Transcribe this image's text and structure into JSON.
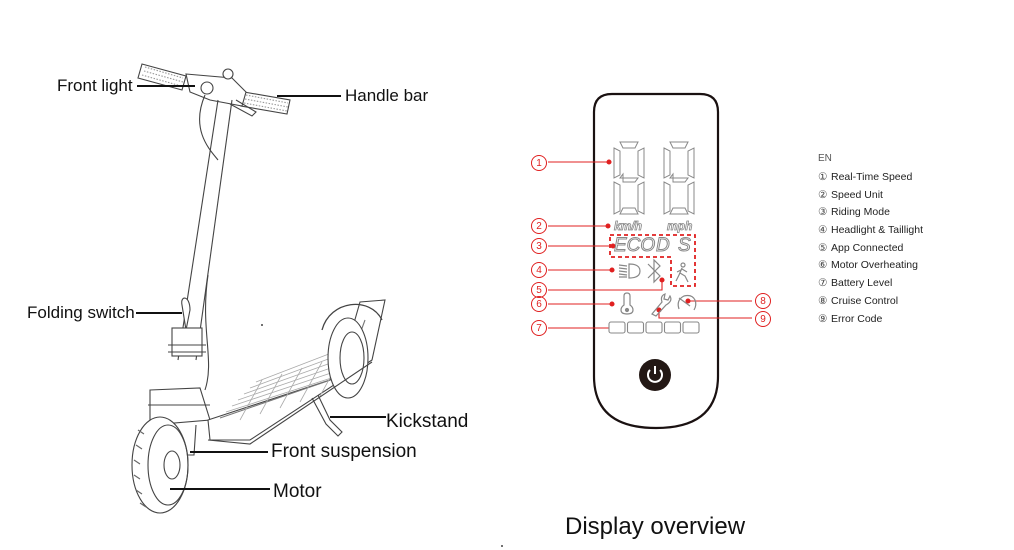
{
  "scooter": {
    "labels": {
      "front_light": "Front light",
      "handle_bar": "Handle bar",
      "folding_switch": "Folding switch",
      "kickstand": "Kickstand",
      "front_suspension": "Front suspension",
      "motor": "Motor"
    }
  },
  "display": {
    "speed_units": [
      "km/h",
      "mph"
    ],
    "riding_modes": [
      "ECO",
      "D",
      "S"
    ],
    "battery_segments": 5,
    "callout_numbers": [
      "1",
      "2",
      "3",
      "4",
      "5",
      "6",
      "7",
      "8",
      "9"
    ],
    "icons": [
      "headlight-icon",
      "bluetooth-icon",
      "walk-mode-icon",
      "thermometer-icon",
      "wrench-icon",
      "cruise-control-icon",
      "power-icon"
    ],
    "accent_color": "#e02020",
    "title": "Display overview"
  },
  "legend": {
    "language": "EN",
    "items": [
      {
        "num": "①",
        "label": "Real-Time Speed"
      },
      {
        "num": "②",
        "label": "Speed Unit"
      },
      {
        "num": "③",
        "label": "Riding Mode"
      },
      {
        "num": "④",
        "label": "Headlight & Taillight"
      },
      {
        "num": "⑤",
        "label": "App Connected"
      },
      {
        "num": "⑥",
        "label": "Motor Overheating"
      },
      {
        "num": "⑦",
        "label": "Battery Level"
      },
      {
        "num": "⑧",
        "label": "Cruise Control"
      },
      {
        "num": "⑨",
        "label": "Error Code"
      }
    ]
  }
}
